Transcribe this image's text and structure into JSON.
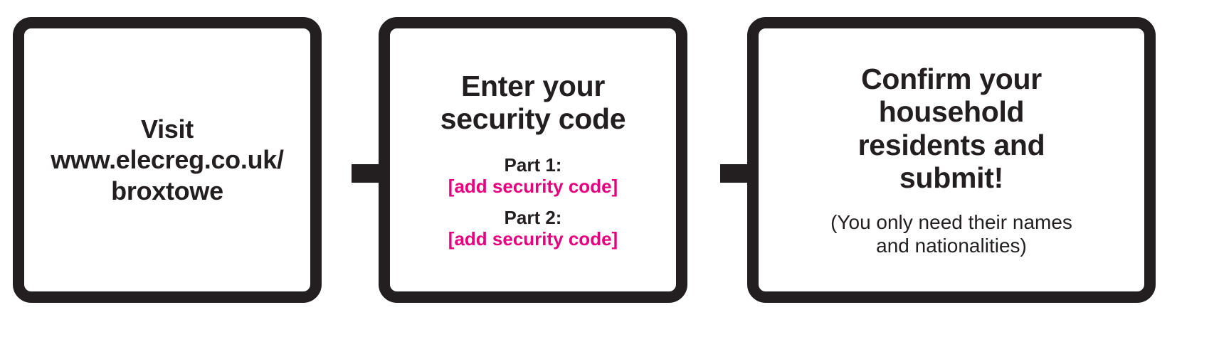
{
  "diagram": {
    "title": "Electoral registration three step flow",
    "colors": {
      "outline": "#231f20",
      "text": "#231f20",
      "accent_magenta": "#e6007e",
      "background": "#ffffff"
    },
    "steps": [
      {
        "id": "visit-website",
        "headline": "Visit\nwww.elecreg.co.uk/\nbroxtowe"
      },
      {
        "id": "enter-security-code",
        "headline": "Enter your\nsecurity code",
        "codes": [
          {
            "label": "Part 1:",
            "value": "[add security code]"
          },
          {
            "label": "Part 2:",
            "value": "[add security code]"
          }
        ]
      },
      {
        "id": "confirm-household",
        "headline": "Confirm your\nhousehold\nresidents and\nsubmit!",
        "note": "(You only need their names\nand nationalities)"
      }
    ],
    "connectors": [
      {
        "id": "arrow-1",
        "icon": "arrow-right-icon"
      },
      {
        "id": "arrow-2",
        "icon": "arrow-right-icon"
      }
    ]
  }
}
